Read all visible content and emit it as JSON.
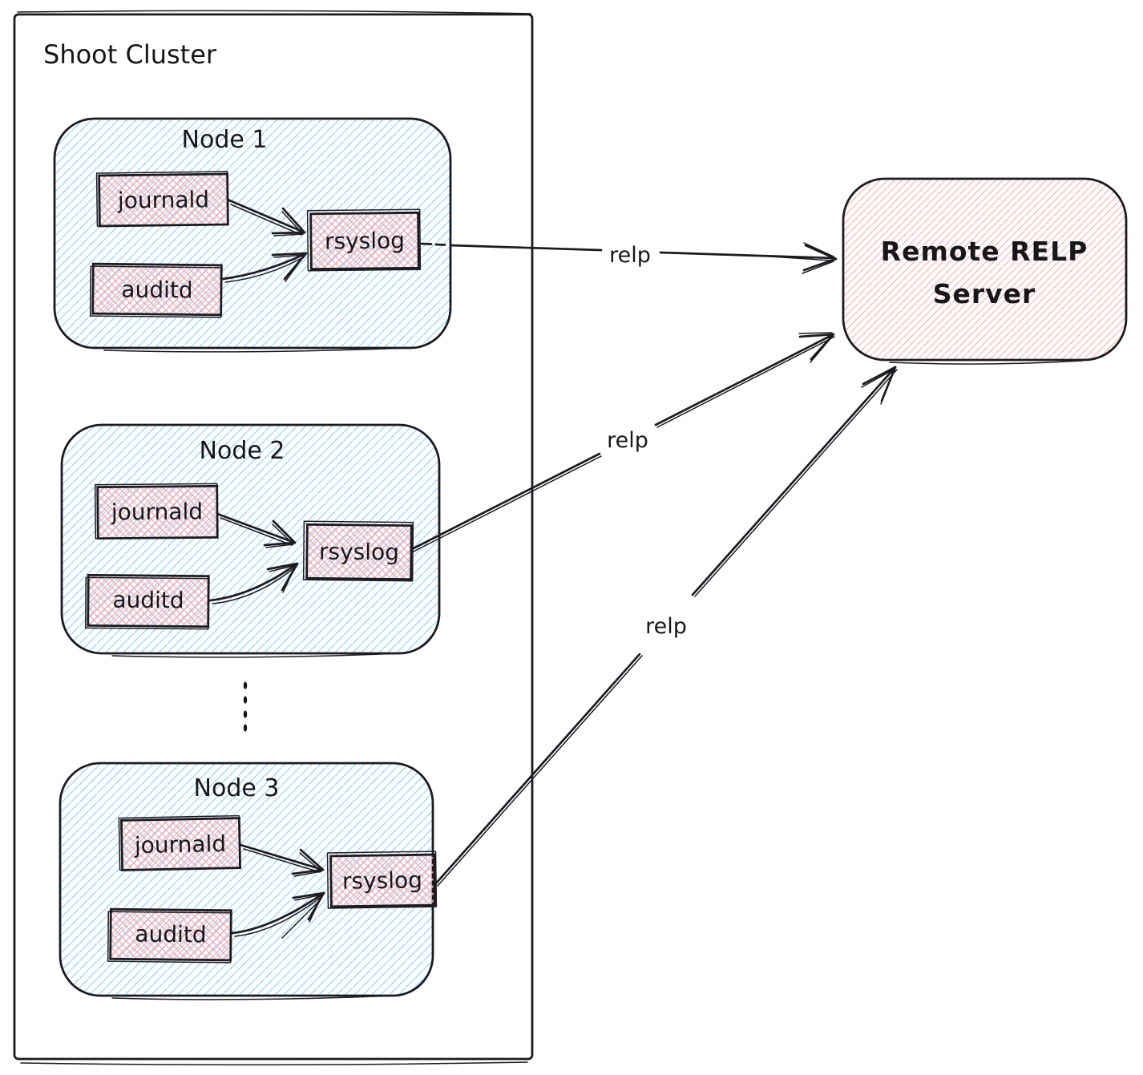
{
  "cluster": {
    "label": "Shoot Cluster"
  },
  "nodes": [
    {
      "label": "Node 1",
      "journald_label": "journald",
      "auditd_label": "auditd",
      "rsyslog_label": "rsyslog"
    },
    {
      "label": "Node 2",
      "journald_label": "journald",
      "auditd_label": "auditd",
      "rsyslog_label": "rsyslog"
    },
    {
      "label": "Node 3",
      "journald_label": "journald",
      "auditd_label": "auditd",
      "rsyslog_label": "rsyslog"
    }
  ],
  "server": {
    "label": "Remote RELP Server",
    "lines": [
      "Remote RELP",
      "Server"
    ]
  },
  "edges": [
    {
      "label": "relp",
      "from": "Node 1 rsyslog",
      "to": "Remote RELP Server"
    },
    {
      "label": "relp",
      "from": "Node 2 rsyslog",
      "to": "Remote RELP Server"
    },
    {
      "label": "relp",
      "from": "Node 3 rsyslog",
      "to": "Remote RELP Server"
    }
  ],
  "ellipsis": {
    "dot_count": 4
  },
  "colors": {
    "stroke": "#1b1b20",
    "node_hatch": "#a5d8ff",
    "component_hatch": "#f2a9b0",
    "server_hatch": "#f6b6b9",
    "background": "#ffffff"
  }
}
